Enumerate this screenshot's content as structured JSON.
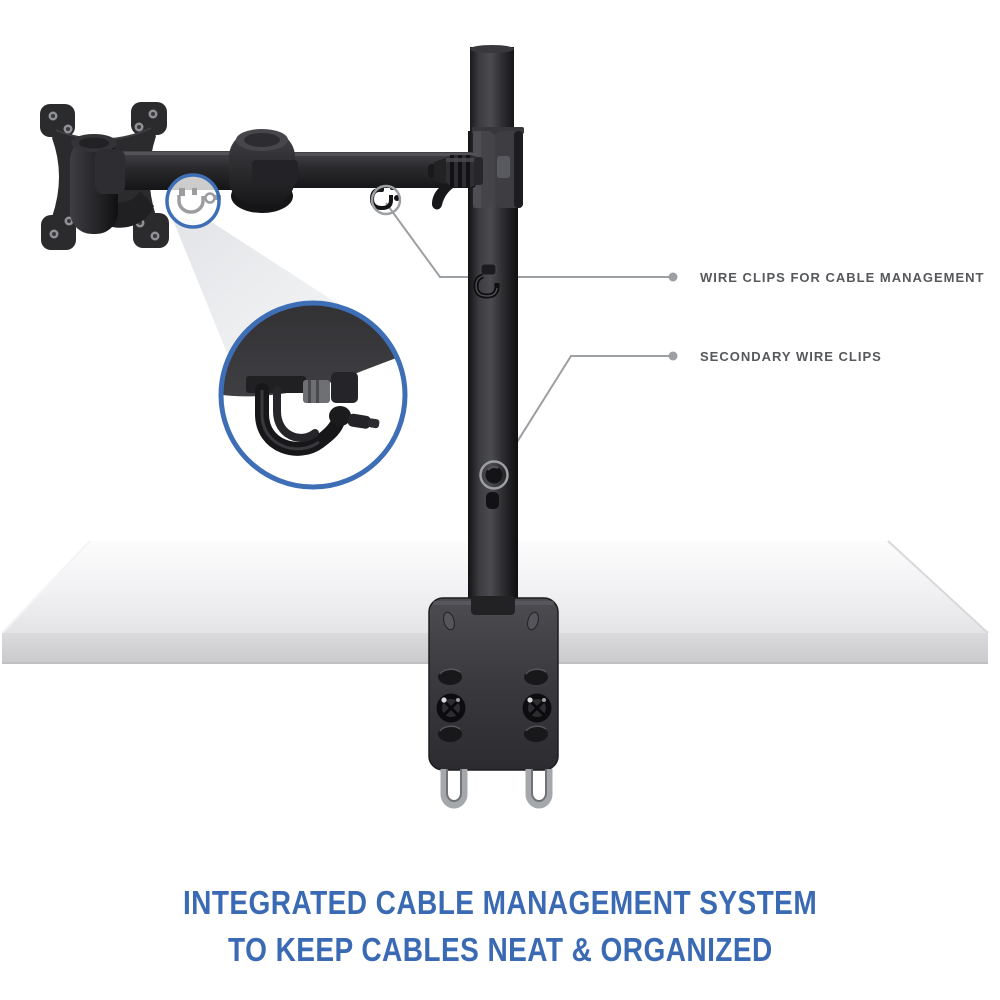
{
  "image": {
    "type": "product-feature-illustration",
    "subject": "single monitor desk mount arm with integrated cable management",
    "callouts": [
      {
        "label": "WIRE CLIPS FOR CABLE MANAGEMENT"
      },
      {
        "label": "SECONDARY WIRE CLIPS"
      }
    ],
    "caption": {
      "line1": "INTEGRATED CABLE MANAGEMENT SYSTEM",
      "line2": "TO KEEP CABLES NEAT & ORGANIZED"
    },
    "colors": {
      "accent_blue": "#3e6eb5",
      "caption_blue": "#3b6ab4",
      "callout_text": "#56585b",
      "leader_gray": "#9ca0a3",
      "hardware_black": "#232326",
      "desk_gray": "#e7e7e9"
    }
  }
}
